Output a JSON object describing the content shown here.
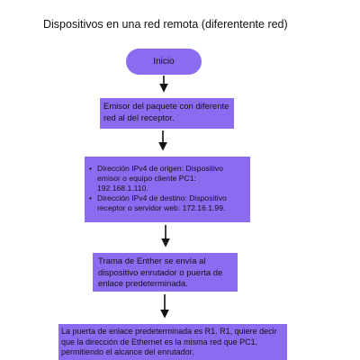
{
  "diagram": {
    "title": "Dispositivos en una red remota (diferentente red)",
    "nodes": {
      "start": "Inicio",
      "step1": "Emisor del paquete con diferente red al del receptor.",
      "step2_items": [
        "Dirección IPv4 de origen: Dispositivo emisor o equipo cliente PC1: 192.168.1.110.",
        "Dirección IPv4 de destino: Dispositivo receptor o servidor web: 172.16.1.99."
      ],
      "step3": "Trama de Enther se envía al dispositivo enrutador o puerta de enlace predeterminada.",
      "step4": "La puerta de enlace predeterminada es R1. R1, quiere decir que la dirección de Ethernet es la misma red que PC1, permitiendo el alcance del enrutador."
    },
    "colors": {
      "node_fill": "#8b6cf0",
      "arrow": "#111111"
    }
  }
}
